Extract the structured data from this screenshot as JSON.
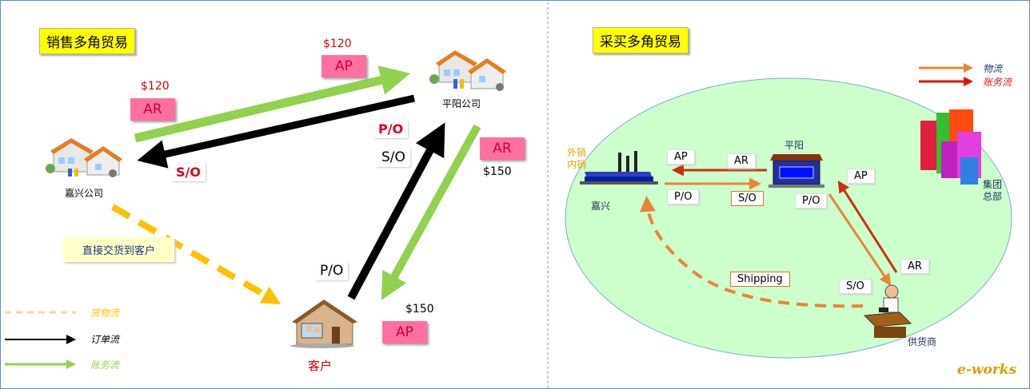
{
  "left_title": "销售多角贸易",
  "right_title": "采买多角贸易",
  "left": {
    "node_jiaxing": "嘉兴公司",
    "node_pingyang": "平阳公司",
    "node_customer": "客户",
    "price_ap_top": "$120",
    "tag_ap_top": "AP",
    "price_ar_left": "$120",
    "tag_ar_left": "AR",
    "tag_so_left": "S/O",
    "tag_po_mid": "P/O",
    "tag_so_mid": "S/O",
    "tag_ar_right": "AR",
    "price_ar_right": "$150",
    "tag_po_low": "P/O",
    "price_ap_low": "$150",
    "tag_ap_low": "AP",
    "direct_delivery": "直接交货到客户"
  },
  "legend_left": {
    "goods": "货物流",
    "order": "订单流",
    "account": "账务流"
  },
  "right": {
    "export_label": "外销",
    "domestic_label": "内销",
    "node_jiaxing": "嘉兴",
    "node_pingyang": "平阳",
    "node_supplier": "供货商",
    "node_hq_line1": "集团",
    "node_hq_line2": "总部",
    "tag_ap1": "AP",
    "tag_ar1": "AR",
    "tag_po1": "P/O",
    "tag_so1": "S/O",
    "tag_po2": "P/O",
    "tag_ap2": "AP",
    "tag_ar2": "AR",
    "tag_so2": "S/O",
    "tag_shipping": "Shipping"
  },
  "legend_right": {
    "goods": "物流",
    "account": "账务流"
  },
  "watermark": "e-works",
  "colors": {
    "green_arrow": "#92d050",
    "black_arrow": "#000000",
    "dashed_yellow": "#ffc000",
    "orange_arrow": "#e8843a",
    "red_arrow": "#d03010",
    "ellipse": "#ccffcc"
  }
}
